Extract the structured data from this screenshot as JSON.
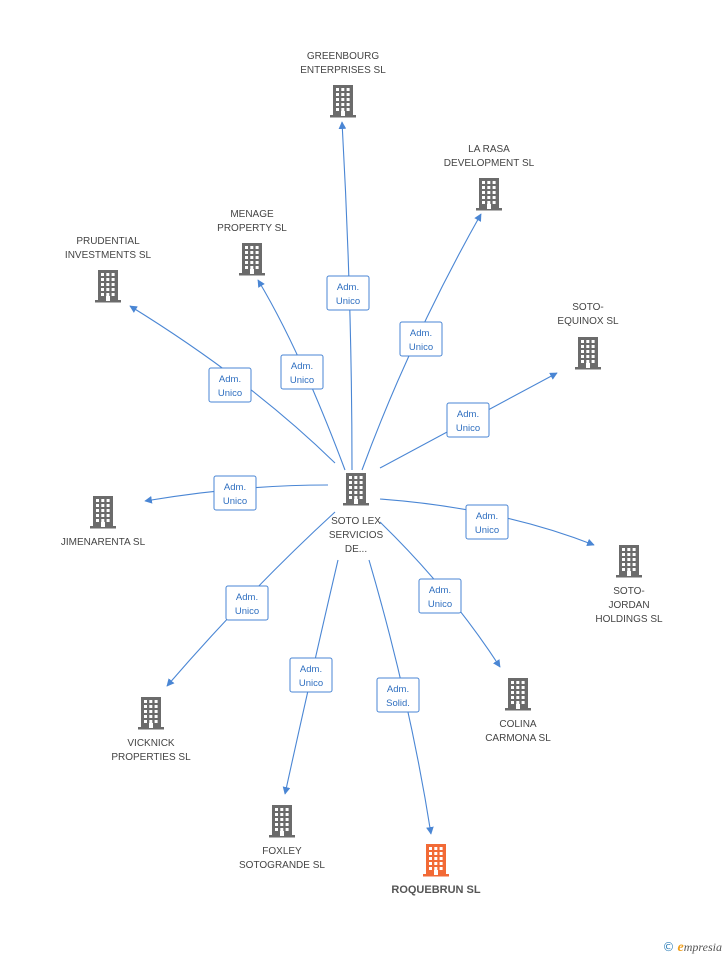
{
  "colors": {
    "building": "#6b6b6b",
    "highlight": "#f26a36",
    "edge": "#4a86d4"
  },
  "center": {
    "name": "center-node",
    "label": [
      "SOTO LEX",
      "SERVICIOS",
      "DE..."
    ]
  },
  "nodes": [
    {
      "id": "greenbourg",
      "label": [
        "GREENBOURG",
        "ENTERPRISES SL"
      ]
    },
    {
      "id": "larasa",
      "label": [
        "LA RASA",
        "DEVELOPMENT SL"
      ]
    },
    {
      "id": "menage",
      "label": [
        "MENAGE",
        "PROPERTY SL"
      ]
    },
    {
      "id": "prudential",
      "label": [
        "PRUDENTIAL",
        "INVESTMENTS SL"
      ]
    },
    {
      "id": "sotoequinox",
      "label": [
        "SOTO-",
        "EQUINOX SL"
      ]
    },
    {
      "id": "jimenarenta",
      "label": [
        "JIMENARENTA SL"
      ]
    },
    {
      "id": "sotojordan",
      "label": [
        "SOTO-",
        "JORDAN",
        "HOLDINGS SL"
      ]
    },
    {
      "id": "vicknick",
      "label": [
        "VICKNICK",
        "PROPERTIES SL"
      ]
    },
    {
      "id": "colina",
      "label": [
        "COLINA",
        "CARMONA  SL"
      ]
    },
    {
      "id": "foxley",
      "label": [
        "FOXLEY",
        "SOTOGRANDE SL"
      ]
    },
    {
      "id": "roquebrun",
      "label": [
        "ROQUEBRUN SL"
      ],
      "highlight": true
    }
  ],
  "edges": [
    {
      "to": "greenbourg",
      "label": [
        "Adm.",
        "Unico"
      ]
    },
    {
      "to": "larasa",
      "label": [
        "Adm.",
        "Unico"
      ]
    },
    {
      "to": "menage",
      "label": [
        "Adm.",
        "Unico"
      ]
    },
    {
      "to": "prudential",
      "label": [
        "Adm.",
        "Unico"
      ]
    },
    {
      "to": "sotoequinox",
      "label": [
        "Adm.",
        "Unico"
      ]
    },
    {
      "to": "jimenarenta",
      "label": [
        "Adm.",
        "Unico"
      ]
    },
    {
      "to": "sotojordan",
      "label": [
        "Adm.",
        "Unico"
      ]
    },
    {
      "to": "vicknick",
      "label": [
        "Adm.",
        "Unico"
      ]
    },
    {
      "to": "colina",
      "label": [
        "Adm.",
        "Unico"
      ]
    },
    {
      "to": "foxley",
      "label": [
        "Adm.",
        "Unico"
      ]
    },
    {
      "to": "roquebrun",
      "label": [
        "Adm.",
        "Solid."
      ]
    }
  ],
  "footer": {
    "copyright": "©",
    "brand_initial": "e",
    "brand_rest": "mpresia"
  }
}
